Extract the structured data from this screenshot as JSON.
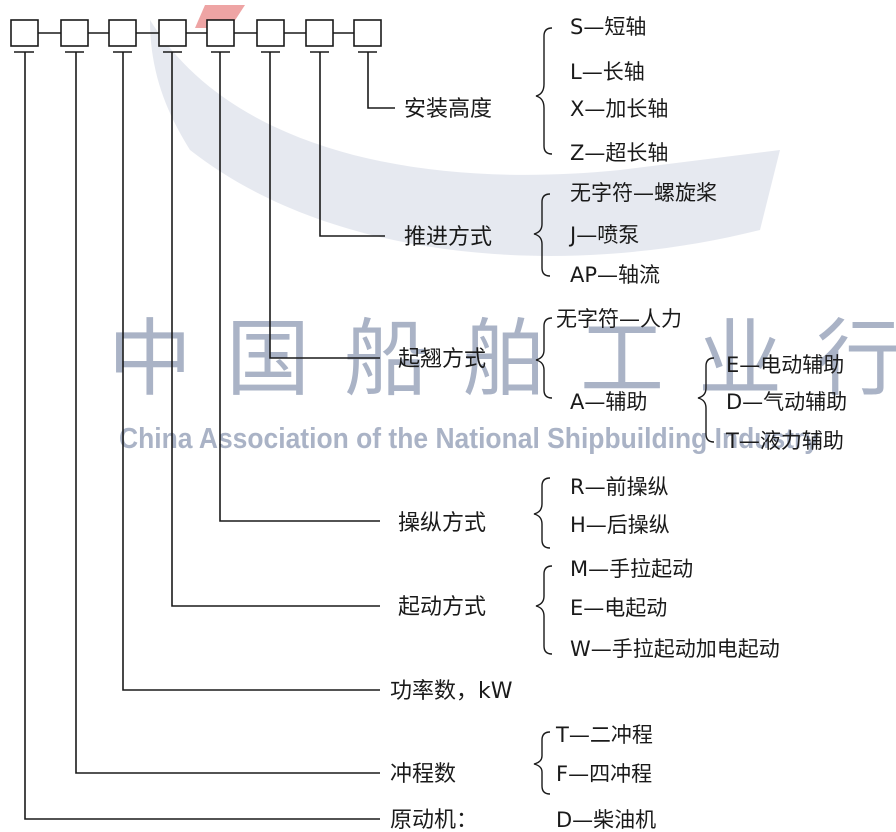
{
  "watermark": {
    "chinese": "中国船舶工业行业协会",
    "english": "China Association of the National Shipbuilding Industry",
    "color": "#aab3c6",
    "accent_color": "#e05a5a"
  },
  "code_boxes": 8,
  "groups": [
    {
      "id": "install-height",
      "label": "安装高度",
      "options": [
        "S—短轴",
        "L—长轴",
        "X—加长轴",
        "Z—超长轴"
      ]
    },
    {
      "id": "propulsion",
      "label": "推进方式",
      "options": [
        "无字符—螺旋桨",
        "J—喷泵",
        "AP—轴流"
      ]
    },
    {
      "id": "lift",
      "label": "起翘方式",
      "options": [
        "无字符—人力",
        "A—辅助"
      ],
      "sub_options": [
        "E—电动辅助",
        "D—气动辅助",
        "T—液力辅助"
      ]
    },
    {
      "id": "steering",
      "label": "操纵方式",
      "options": [
        "R—前操纵",
        "H—后操纵"
      ]
    },
    {
      "id": "starting",
      "label": "起动方式",
      "options": [
        "M—手拉起动",
        "E—电起动",
        "W—手拉起动加电起动"
      ]
    },
    {
      "id": "power",
      "label": "功率数，kW",
      "options": []
    },
    {
      "id": "stroke",
      "label": "冲程数",
      "options": [
        "T—二冲程",
        "F—四冲程"
      ]
    },
    {
      "id": "engine",
      "label": "原动机：",
      "options": [
        "D—柴油机"
      ]
    }
  ]
}
